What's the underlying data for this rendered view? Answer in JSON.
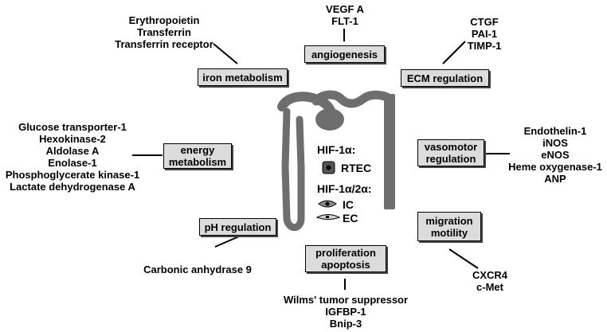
{
  "categories": {
    "angiogenesis": {
      "label": "angiogenesis",
      "genes": [
        "VEGF A",
        "FLT-1"
      ]
    },
    "iron": {
      "label": "iron metabolism",
      "genes": [
        "Erythropoietin",
        "Transferrin",
        "Transferrin receptor"
      ]
    },
    "ecm": {
      "label": "ECM regulation",
      "genes": [
        "CTGF",
        "PAI-1",
        "TIMP-1"
      ]
    },
    "energy": {
      "label_lines": [
        "energy",
        "metabolism"
      ],
      "genes": [
        "Glucose transporter-1",
        "Hexokinase-2",
        "Aldolase A",
        "Enolase-1",
        "Phosphoglycerate kinase-1",
        "Lactate dehydrogenase A"
      ]
    },
    "vasomotor": {
      "label_lines": [
        "vasomotor",
        "regulation"
      ],
      "genes": [
        "Endothelin-1",
        "iNOS",
        "eNOS",
        "Heme oxygenase-1",
        "ANP"
      ]
    },
    "ph": {
      "label": "pH regulation",
      "genes": [
        "Carbonic anhydrase 9"
      ]
    },
    "proliferation": {
      "label_lines": [
        "proliferation",
        "apoptosis"
      ],
      "genes": [
        "Wilms' tumor suppressor",
        "IGFBP-1",
        "Bnip-3"
      ]
    },
    "migration": {
      "label_lines": [
        "migration",
        "motility"
      ],
      "genes": [
        "CXCR4",
        "c-Met"
      ]
    }
  },
  "legend": {
    "hif1a": "HIF-1α:",
    "rtec": "RTEC",
    "hif12a": "HIF-1α/2α:",
    "ic": "IC",
    "ec": "EC"
  },
  "colors": {
    "box_fill": "#dcdcdc",
    "nephron": "#6e6e6e"
  }
}
